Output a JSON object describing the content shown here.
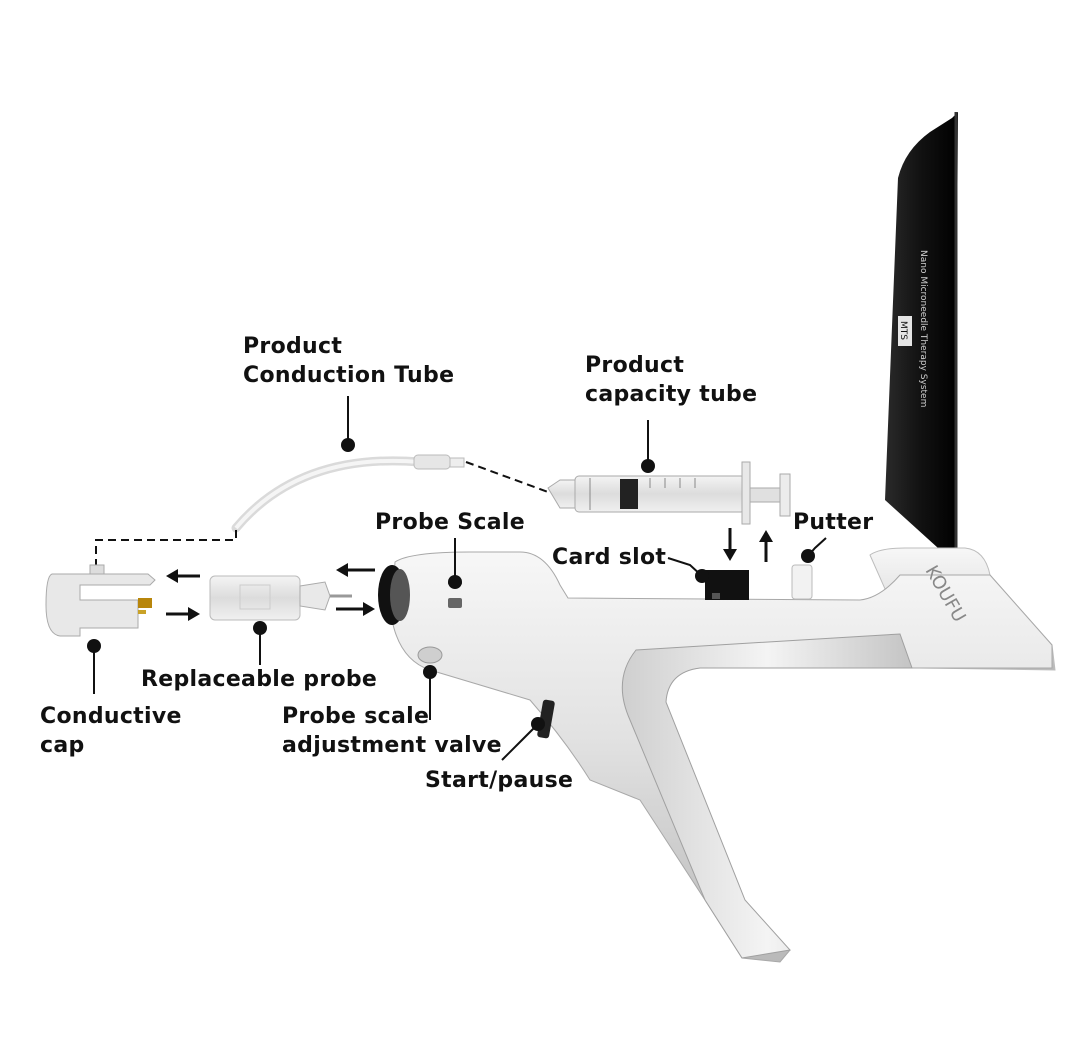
{
  "labels": {
    "conduction_tube_line1": "Product",
    "conduction_tube_line2": "Conduction Tube",
    "capacity_tube_line1": "Product",
    "capacity_tube_line2": "capacity tube",
    "probe_scale": "Probe Scale",
    "putter": "Putter",
    "card_slot": "Card slot",
    "replaceable_probe": "Replaceable probe",
    "conductive_cap_line1": "Conductive",
    "conductive_cap_line2": "cap",
    "probe_scale_valve_line1": "Probe scale",
    "probe_scale_valve_line2": "adjustment valve",
    "start_pause": "Start/pause"
  },
  "device": {
    "brand_text": "KOUFU",
    "display_line1": "Nano Microneedle Therapy System",
    "display_line2": "MTS"
  },
  "colors": {
    "background": "#ffffff",
    "label_text": "#111111",
    "body_silver": "#d9d9d9",
    "display_black": "#151515"
  }
}
